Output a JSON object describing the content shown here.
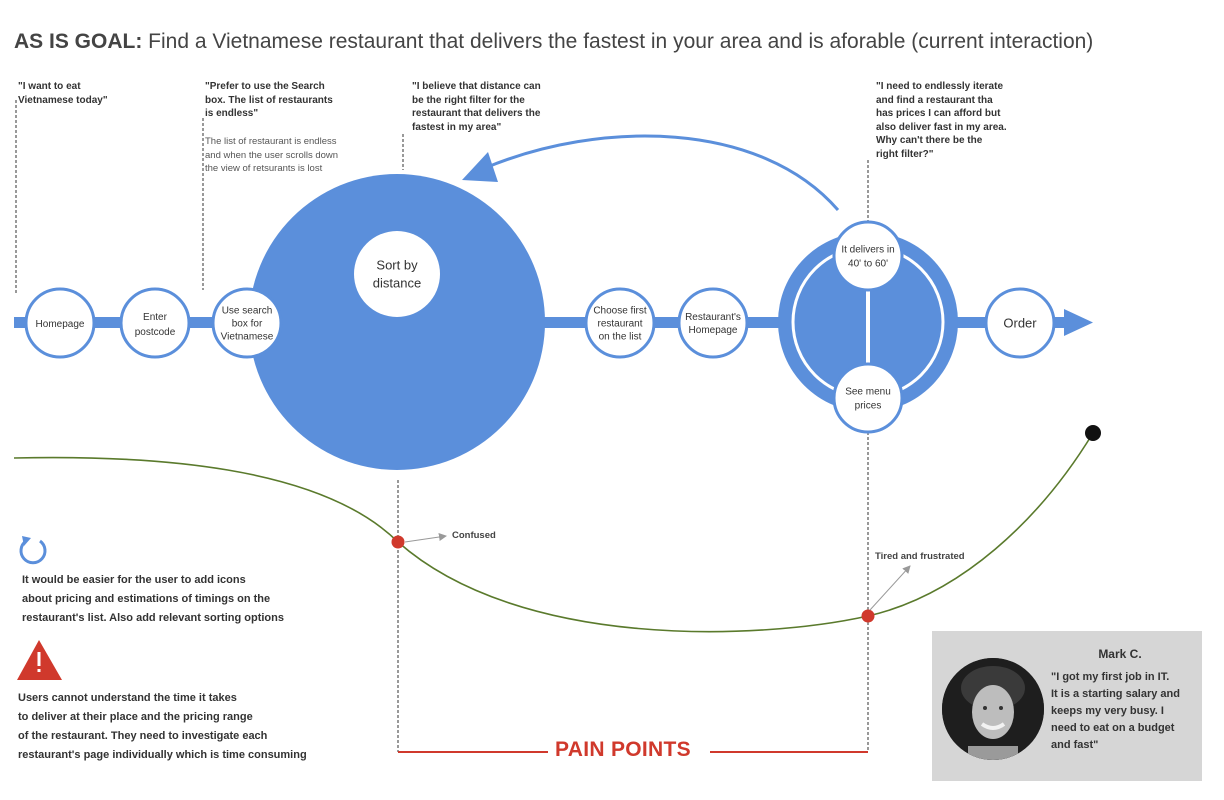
{
  "title": {
    "prefix": "AS IS GOAL:",
    "text": " Find a Vietnamese restaurant that delivers the fastest in your area and is aforable (current interaction)"
  },
  "quotes": {
    "q1": "\"I want to eat\nVietnamese today\"",
    "q2": "\"Prefer to use the Search\nbox. The list of restaurants\nis endless\"",
    "q2_note": "The list of restaurant is endless\nand when the user scrolls down\nthe view of retsurants is lost",
    "q3": "\"I believe that distance can\nbe the right filter for the\nrestaurant that delivers the\nfastest in my area\"",
    "q4": "\"I need to endlessly iterate\nand find a restaurant tha\nhas prices I can afford but\nalso deliver fast in my area.\nWhy can't there be the\nright filter?\""
  },
  "steps": {
    "homepage": "Homepage",
    "postcode": "Enter\npostcode",
    "search": "Use search\nbox for\nVietnamese",
    "sort": "Sort by\ndistance",
    "choose": "Choose first\nrestaurant\non the list",
    "rest_home": "Restaurant's\nHomepage",
    "delivers": "It delivers in\n40' to 60'",
    "menu": "See menu\nprices",
    "order": "Order"
  },
  "emotions": {
    "confused": "Confused",
    "tired": "Tired and frustrated"
  },
  "insights": {
    "idea": "It would be easier for the user to add icons\nabout pricing and estimations of timings on the\nrestaurant's list. Also add relevant sorting options",
    "problem": "Users cannot understand the time it takes\nto deliver at their place and the pricing range\nof the restaurant. They need to investigate each\nrestaurant's page individually which is time consuming"
  },
  "icons": {
    "idea": "refresh-icon",
    "problem": "warning-icon"
  },
  "pain_points": "PAIN POINTS",
  "persona": {
    "name": "Mark C.",
    "quote": "\"I got my first job in IT.\nIt is a starting salary and\nkeeps my very busy. I\nneed to eat on a budget\nand fast\""
  },
  "colors": {
    "blue": "#5b8fdb",
    "green": "#5a7a2c",
    "red": "#d0392c",
    "text": "#333333"
  }
}
